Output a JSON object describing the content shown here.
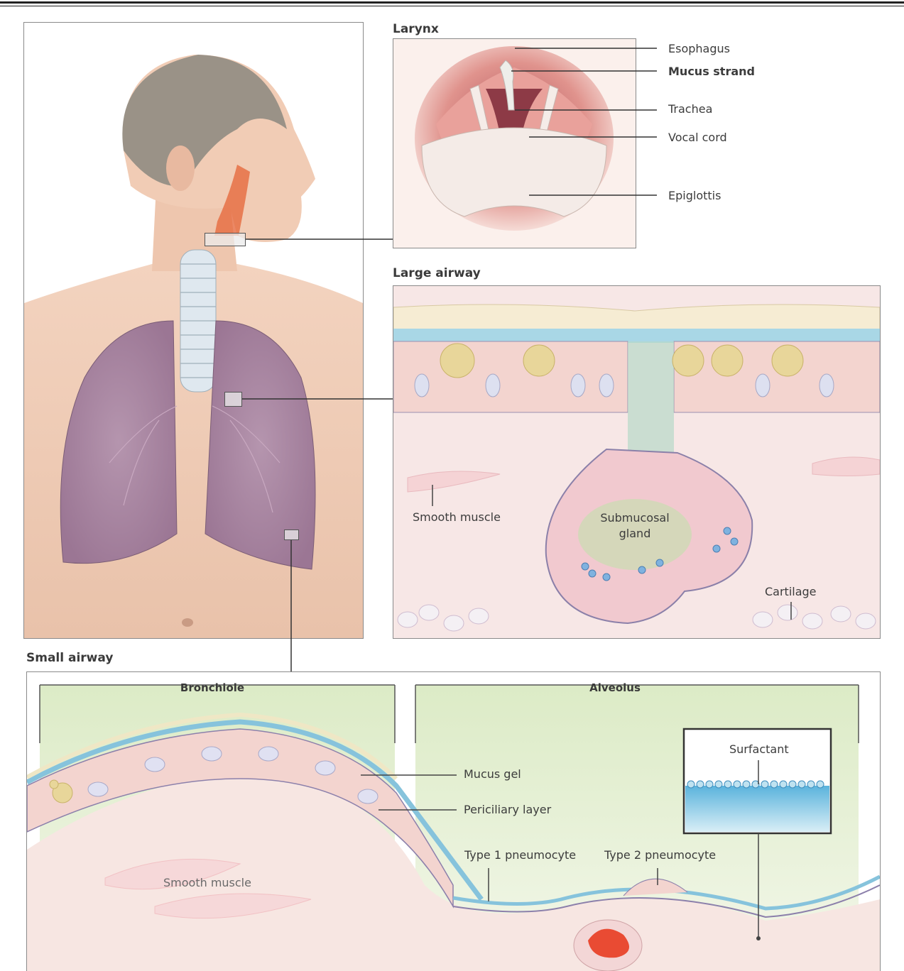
{
  "panels": {
    "larynx": {
      "title": "Larynx",
      "labels": [
        "Esophagus",
        "Mucus strand",
        "Trachea",
        "Vocal cord",
        "Epiglottis"
      ]
    },
    "large_airway": {
      "title": "Large airway",
      "labels": [
        "Smooth muscle",
        "Submucosal gland",
        "Cartilage"
      ]
    },
    "small_airway": {
      "title": "Small airway",
      "sections": [
        "Bronchiole",
        "Alveolus"
      ],
      "labels": [
        "Mucus gel",
        "Periciliary layer",
        "Type 1 pneumocyte",
        "Type 2 pneumocyte",
        "Smooth muscle",
        "Surfactant"
      ]
    }
  }
}
